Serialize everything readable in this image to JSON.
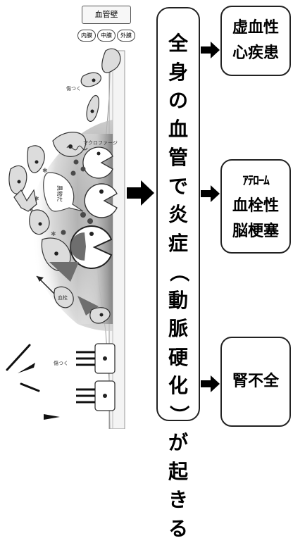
{
  "diagram": {
    "wall_label": "血管壁",
    "layers": [
      "内膜",
      "中膜",
      "外膜"
    ],
    "injury_label_top": "傷つく",
    "macrophage_label": "マクロファージ",
    "foreign_label": "異物だ",
    "thrombus_label": "血栓",
    "injury_label_bottom": "傷つく"
  },
  "center_text": [
    "全",
    "身",
    "の",
    "血",
    "管",
    "で",
    "炎",
    "症",
    "（",
    "動",
    "脈",
    "硬",
    "化",
    "）",
    "が",
    "起",
    "き",
    "る"
  ],
  "outcomes": [
    {
      "lines": [
        "虚血性",
        "心疾患"
      ]
    },
    {
      "lines": [
        "ｱﾃﾛｰﾑ",
        "血栓性",
        "脳梗塞"
      ]
    },
    {
      "lines": [
        "腎不全"
      ]
    }
  ],
  "colors": {
    "border": "#222222",
    "vessel_gray": "#8a8a8a",
    "cell_fill": "#dcdcdc"
  }
}
